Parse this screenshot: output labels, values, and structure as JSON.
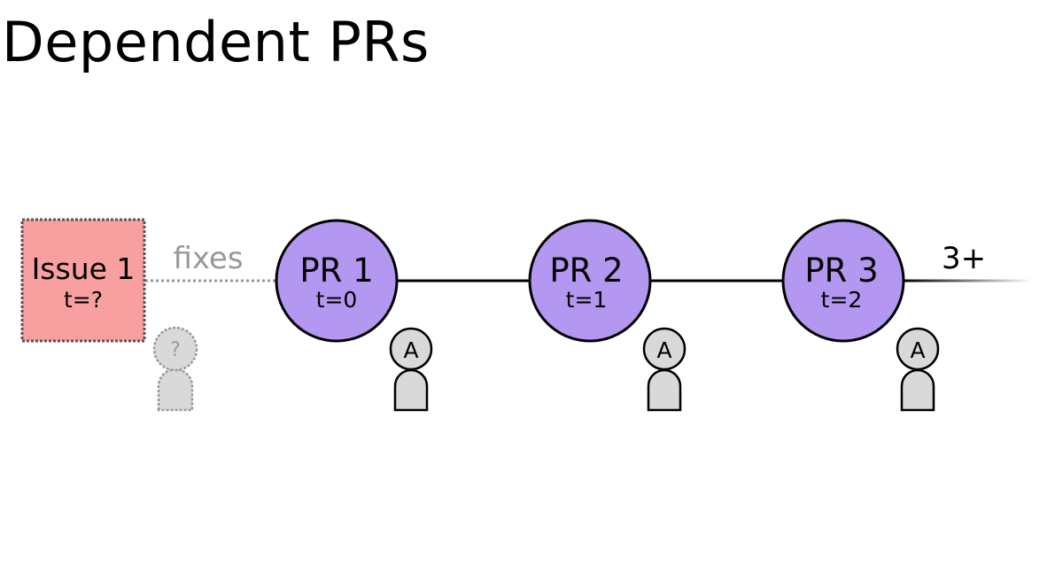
{
  "title": "Dependent PRs",
  "issue": {
    "label": "Issue 1",
    "time": "t=?"
  },
  "link_label": "fixes",
  "unknown_author_glyph": "?",
  "prs": [
    {
      "label": "PR 1",
      "time": "t=0",
      "author": "A"
    },
    {
      "label": "PR 2",
      "time": "t=1",
      "author": "A"
    },
    {
      "label": "PR 3",
      "time": "t=2",
      "author": "A"
    }
  ],
  "continuation_label": "3+",
  "colors": {
    "issue_fill": "#f8a0a0",
    "pr_fill": "#b497f0",
    "person_fill": "#d9d9d9",
    "muted": "#999999",
    "line": "#000000"
  },
  "icons": [
    "person-icon"
  ]
}
